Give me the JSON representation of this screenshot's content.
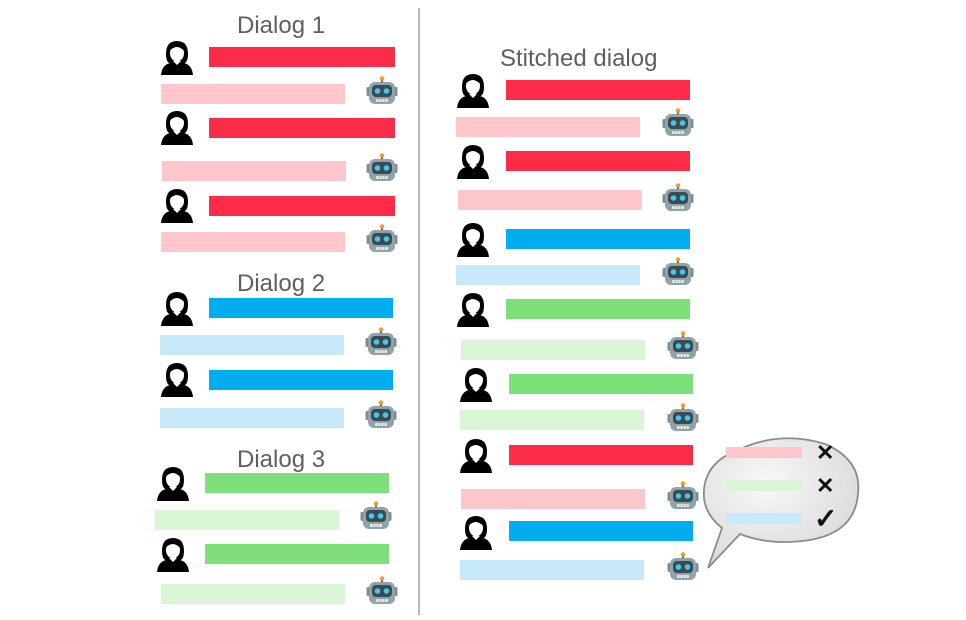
{
  "titles": {
    "dialog1": "Dialog 1",
    "dialog2": "Dialog 2",
    "dialog3": "Dialog 3",
    "stitched": "Stitched dialog"
  },
  "colors": {
    "red": "#fc2b48",
    "red_light": "#fdc6ca",
    "blue": "#00aef0",
    "blue_light": "#c8e9f9",
    "green": "#7de07a",
    "green_light": "#d9f5d6",
    "divider": "#b7b7b7",
    "title_text": "#5f5f5f"
  },
  "icons": {
    "user": "user-avatar-icon",
    "bot": "robot-icon",
    "reject": "cross-icon",
    "accept": "checkmark-icon"
  },
  "marks": {
    "reject": "✕",
    "accept": "✓"
  }
}
